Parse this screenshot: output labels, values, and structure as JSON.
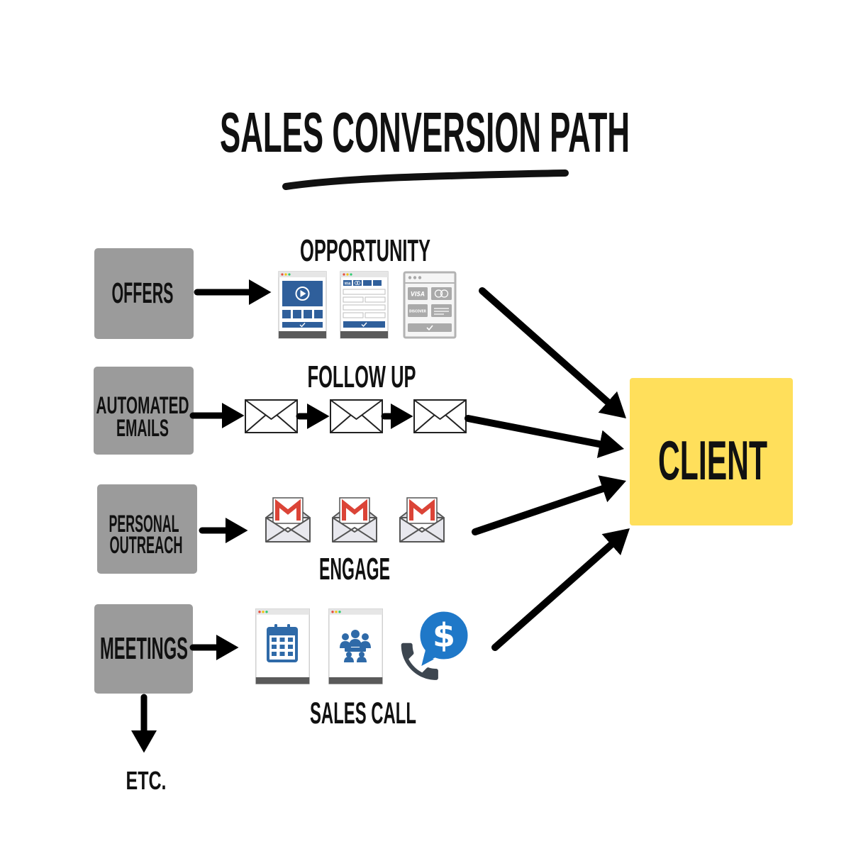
{
  "title": "SALES CONVERSION PATH",
  "sources": {
    "offers": {
      "lines": [
        "OFFERS"
      ]
    },
    "automated_emails": {
      "lines": [
        "AUTOMATED",
        "EMAILS"
      ]
    },
    "personal_outreach": {
      "lines": [
        "PERSONAL",
        "OUTREACH"
      ]
    },
    "meetings": {
      "lines": [
        "MEETINGS"
      ]
    }
  },
  "stages": {
    "opportunity": {
      "label": "OPPORTUNITY",
      "icons": [
        "video-page-icon",
        "checkout-form-icon",
        "payment-methods-icon"
      ]
    },
    "follow_up": {
      "label": "FOLLOW UP",
      "icons": [
        "envelope-icon",
        "envelope-icon",
        "envelope-icon"
      ]
    },
    "engage": {
      "label": "ENGAGE",
      "icons": [
        "gmail-icon",
        "gmail-icon",
        "gmail-icon"
      ]
    },
    "sales_call": {
      "label": "SALES CALL",
      "icons": [
        "calendar-page-icon",
        "team-meeting-page-icon",
        "sales-phone-call-icon"
      ]
    }
  },
  "outcome": {
    "label": "CLIENT"
  },
  "continuation": {
    "label": "ETC."
  },
  "icon_lettering": {
    "card_logo_1": "VISA",
    "card_logo_2": "DISCOVER",
    "dollar": "$"
  },
  "colors": {
    "source_box": "#9b9b9b",
    "client_box": "#FFDF5B",
    "arrow": "#000000",
    "icon_blue": "#2f6aa8",
    "gmail_red": "#db4437",
    "dollar_blue": "#1f78c8"
  }
}
